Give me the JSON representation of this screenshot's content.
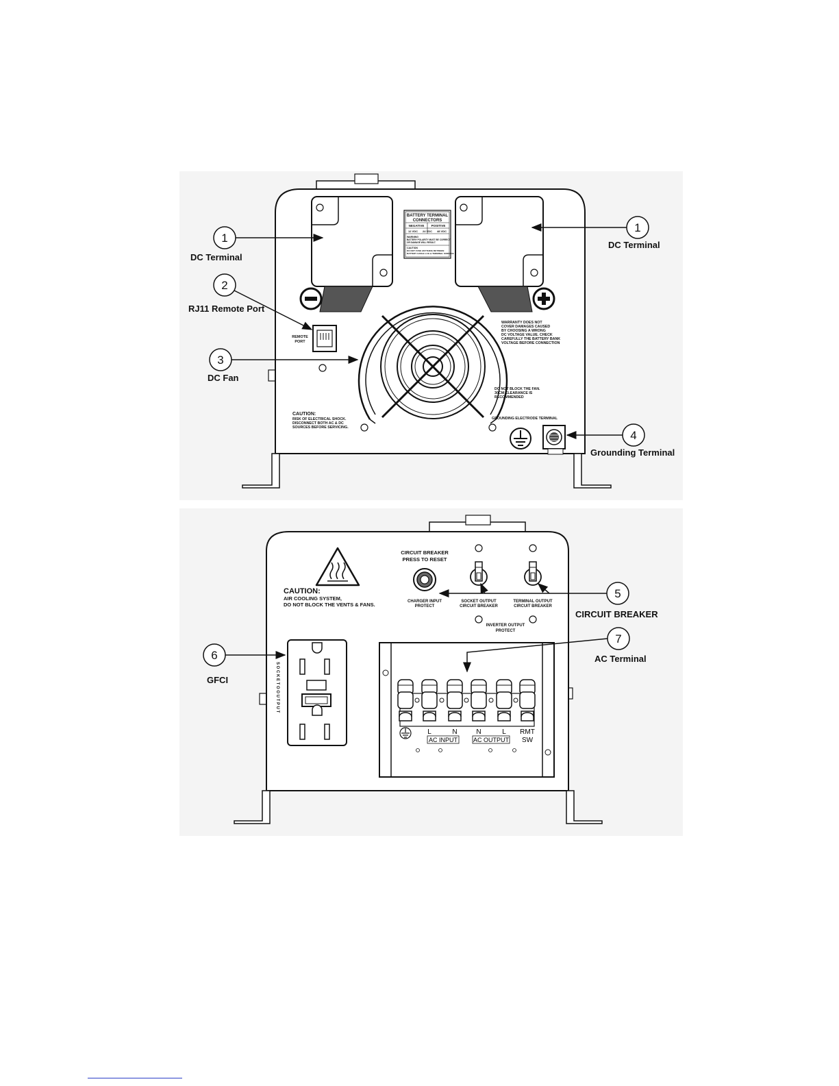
{
  "top_view": {
    "battery_label": {
      "title_line1": "BATTERY TERMINAL",
      "title_line2": "CONNECTORS",
      "negative": "NEGATIVE",
      "positive": "POSITIVE",
      "v12": "12 VDC",
      "v24": "24 VDC",
      "v48": "48 VDC",
      "warning_line1": "WARNING",
      "warning_line2": "BATTERY POLARITY MUST BE CORRECT",
      "warning_line3": "OR DAMAGE WILL RESULT.",
      "caution_line1": "CAUTION",
      "caution_line2": "DO NOT FUSE ANYTHING BETWEEN",
      "caution_line3": "BATTERY CABLE LUG & TERMINAL SURFACE"
    },
    "remote_port_line1": "REMOTE",
    "remote_port_line2": "PORT",
    "warranty_line1": "WARRANTY DOES NOT",
    "warranty_line2": "COVER DAMAGES CAUSED",
    "warranty_line3": "BY CHOOSING A WRONG",
    "warranty_line4": "DC VOLTAGE VALUE. CHECK",
    "warranty_line5": "CAREFULLY THE BATTERY BANK",
    "warranty_line6": "VOLTAGE BEFORE CONNECTION",
    "fan_note_line1": "DO NOT BLOCK THE FAN.",
    "fan_note_line2": "30CM CLEARANCE IS",
    "fan_note_line3": "RECOMMENDED",
    "caution_line1": "CAUTION:",
    "caution_line2": "RISK OF ELECTRICAL SHOCK.",
    "caution_line3": "DISCONNECT BOTH AC & DC",
    "caution_line4": "SOURCES BEFORE SERVICING.",
    "grounding_electrode": "GROUNDING ELECTRODE TERMINAL",
    "callouts": {
      "n1": "1",
      "n2": "2",
      "n3": "3",
      "n4": "4",
      "dc_terminal": "DC Terminal",
      "rj11": "RJ11 Remote Port",
      "dc_fan": "DC Fan",
      "grounding": "Grounding Terminal"
    }
  },
  "bottom_view": {
    "caution_line1": "CAUTION:",
    "caution_line2": "AIR COOLING SYSTEM,",
    "caution_line3": "DO NOT BLOCK THE VENTS & FANS.",
    "cb_line1": "CIRCUIT BREAKER",
    "cb_line2": "PRESS TO RESET",
    "charger_line1": "CHARGER INPUT",
    "charger_line2": "PROTECT",
    "socket_line1": "SOCKET OUTPUT",
    "socket_line2": "CIRCUIT BREAKER",
    "terminal_line1": "TERMINAL OUTPUT",
    "terminal_line2": "CIRCUIT BREAKER",
    "inverter_line1": "INVERTER OUTPUT",
    "inverter_line2": "PROTECT",
    "socket_vertical": "S O C K E T O   O U T P U T",
    "terminals": {
      "l1": "L",
      "n1": "N",
      "ac_input": "AC INPUT",
      "n2": "N",
      "l2": "L",
      "ac_output": "AC OUTPUT",
      "rmt": "RMT",
      "sw": "SW"
    },
    "callouts": {
      "n5": "5",
      "n6": "6",
      "n7": "7",
      "circuit_breaker": "CIRCUIT BREAKER",
      "gfci": "GFCI",
      "ac_terminal": "AC Terminal"
    }
  }
}
